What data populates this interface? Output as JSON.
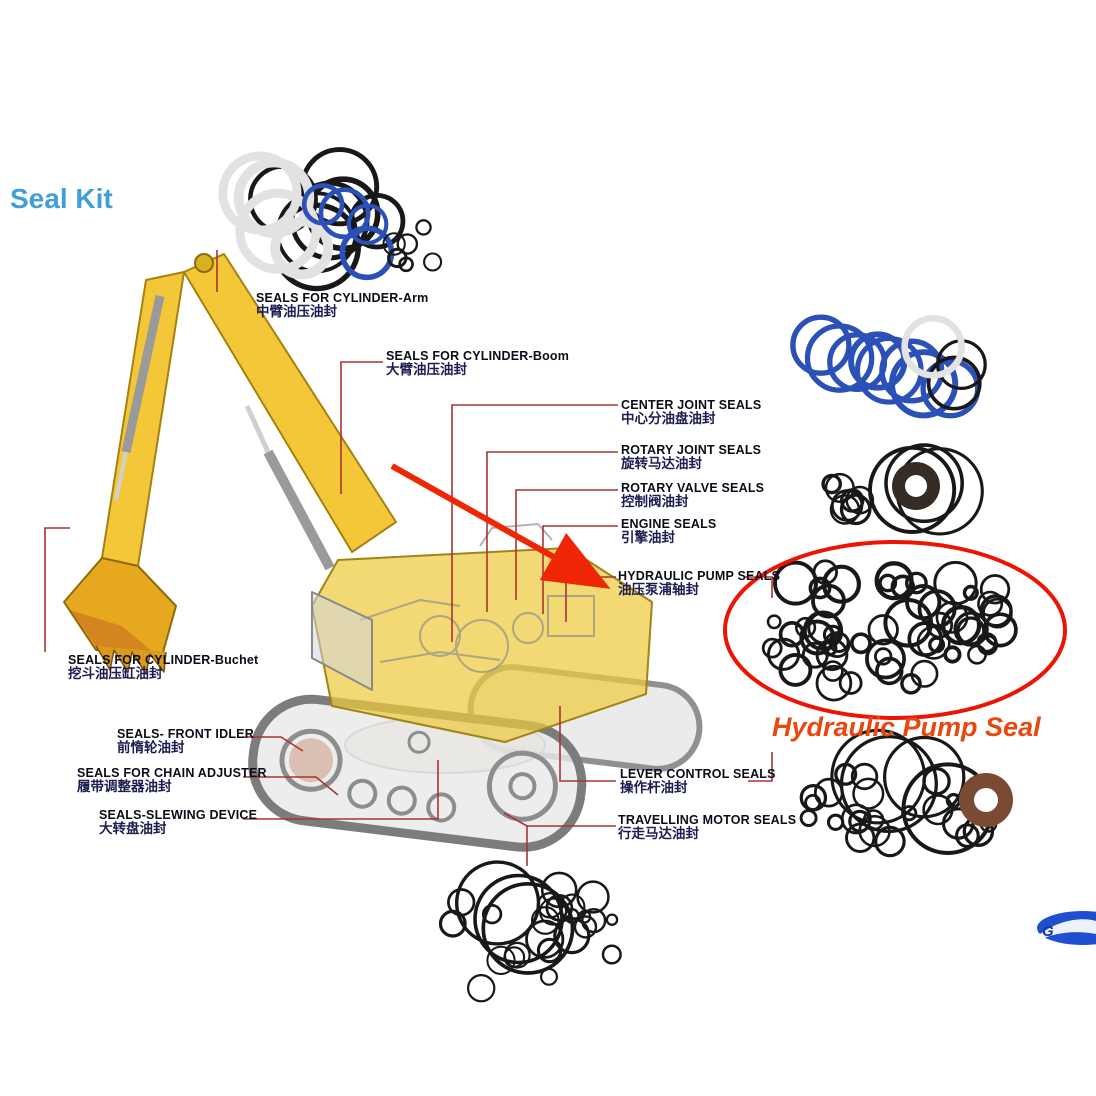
{
  "page": {
    "title": "Seal Kit",
    "highlight_label": "Hydraulic Pump Seal",
    "logo_text": "G"
  },
  "labels": [
    {
      "id": "cylinder-arm",
      "en": "SEALS FOR CYLINDER-Arm",
      "zh": "中臂油压油封"
    },
    {
      "id": "cylinder-boom",
      "en": "SEALS FOR CYLINDER-Boom",
      "zh": "大臂油压油封"
    },
    {
      "id": "center-joint",
      "en": "CENTER JOINT SEALS",
      "zh": "中心分油盘油封"
    },
    {
      "id": "rotary-joint",
      "en": "ROTARY JOINT SEALS",
      "zh": "旋转马达油封"
    },
    {
      "id": "rotary-valve",
      "en": "ROTARY VALVE SEALS",
      "zh": "控制阀油封"
    },
    {
      "id": "engine",
      "en": "ENGINE SEALS",
      "zh": "引擎油封"
    },
    {
      "id": "hydraulic-pump",
      "en": "HYDRAULIC PUMP SEALS",
      "zh": "油压泵浦轴封"
    },
    {
      "id": "cylinder-bucket",
      "en": "SEALS FOR CYLINDER-Buchet",
      "zh": "挖斗油压缸油封"
    },
    {
      "id": "front-idler",
      "en": "SEALS- FRONT IDLER",
      "zh": "前惰轮油封"
    },
    {
      "id": "chain-adjuster",
      "en": "SEALS FOR CHAIN ADJUSTER",
      "zh": "履带调整器油封"
    },
    {
      "id": "slewing-device",
      "en": "SEALS-SLEWING DEVICE",
      "zh": "大转盘油封"
    },
    {
      "id": "lever-control",
      "en": "LEVER CONTROL SEALS",
      "zh": "操作杆油封"
    },
    {
      "id": "travelling-motor",
      "en": "TRAVELLING MOTOR SEALS",
      "zh": "行走马达油封"
    }
  ],
  "colors": {
    "title_blue": "#3f9fd8",
    "label_en": "#0c0c18",
    "label_zh": "#1c1c52",
    "connector_red": "#aa3333",
    "arrow_red": "#ee2605",
    "highlight_ellipse_red": "#ee1404",
    "highlight_text_orange": "#e8470e",
    "excavator_yellow": "#f2c42c",
    "ring_black": "#181818",
    "ring_white": "#e2e2e2",
    "ring_blue": "#2b50b8",
    "seal_dark_brown": "#352c26",
    "seal_brown": "#7a4a33",
    "logo_blue": "#1e4fd0"
  }
}
